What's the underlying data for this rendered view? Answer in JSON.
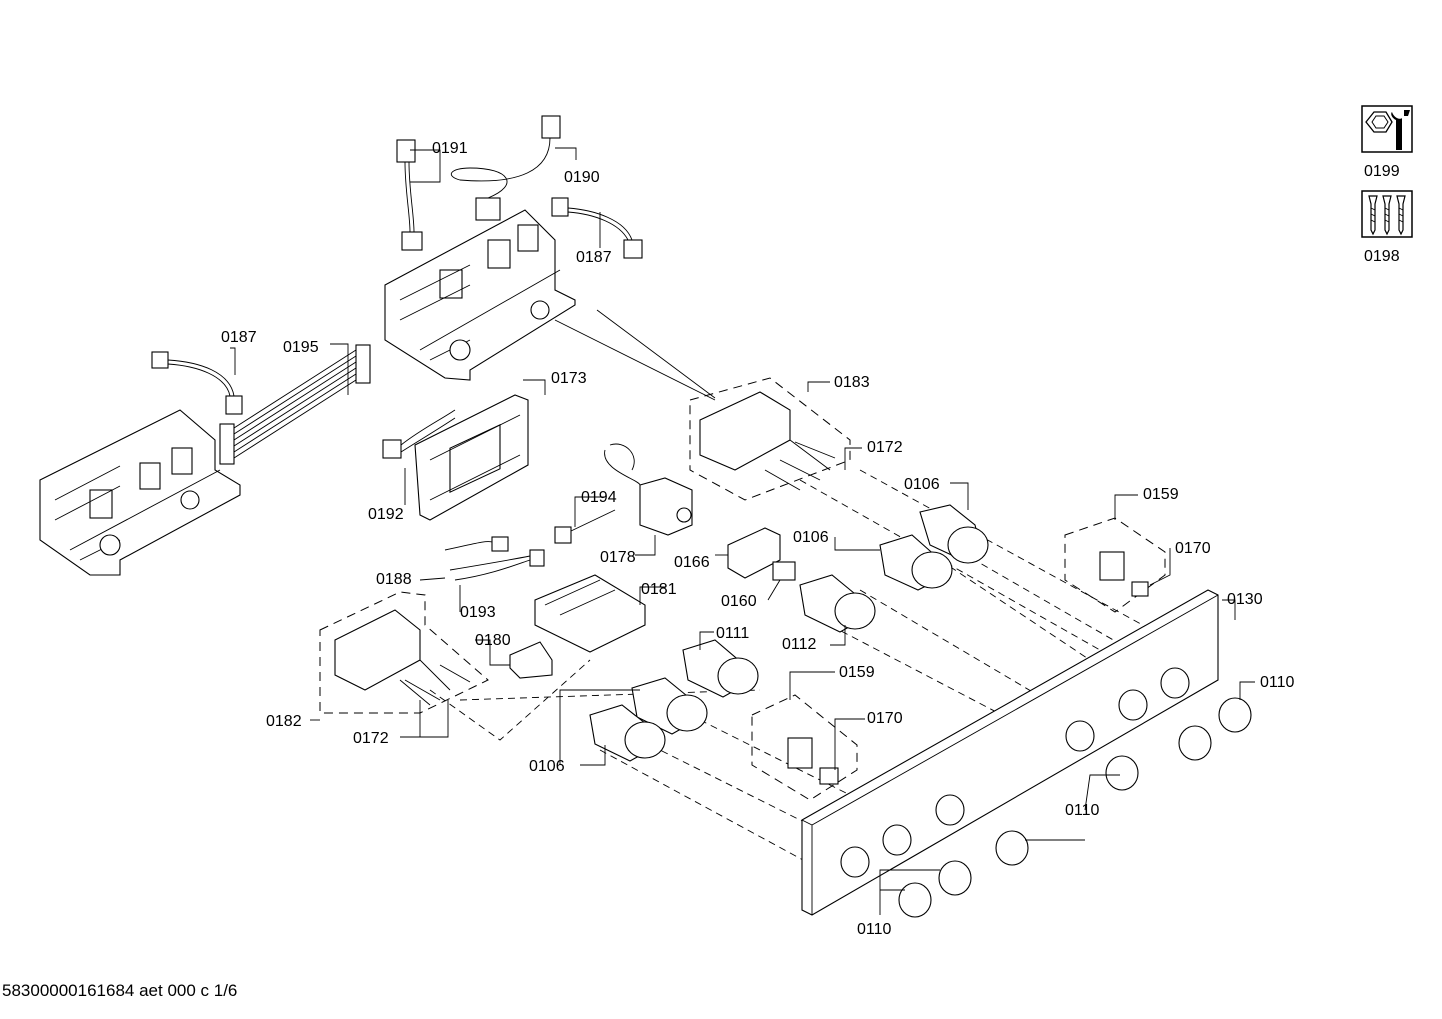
{
  "labels": {
    "l0191": "0191",
    "l0190": "0190",
    "l0187a": "0187",
    "l0187b": "0187",
    "l0195": "0195",
    "l0173": "0173",
    "l0183": "0183",
    "l0172a": "0172",
    "l0106a": "0106",
    "l0192": "0192",
    "l0194": "0194",
    "l0178": "0178",
    "l0166": "0166",
    "l0106b": "0106",
    "l0159a": "0159",
    "l0170a": "0170",
    "l0130": "0130",
    "l0188": "0188",
    "l0193": "0193",
    "l0181": "0181",
    "l0160": "0160",
    "l0111": "0111",
    "l0112": "0112",
    "l0180": "0180",
    "l0159b": "0159",
    "l0170b": "0170",
    "l0110a": "0110",
    "l0182": "0182",
    "l0172b": "0172",
    "l0106c": "0106",
    "l0110b": "0110",
    "l0110c": "0110",
    "l0199": "0199",
    "l0198": "0198"
  },
  "icons": {
    "tools": "wrench-nut-icon",
    "screws": "screw-set-icon"
  },
  "footer": "58300000161684 aet 000 c 1/6"
}
